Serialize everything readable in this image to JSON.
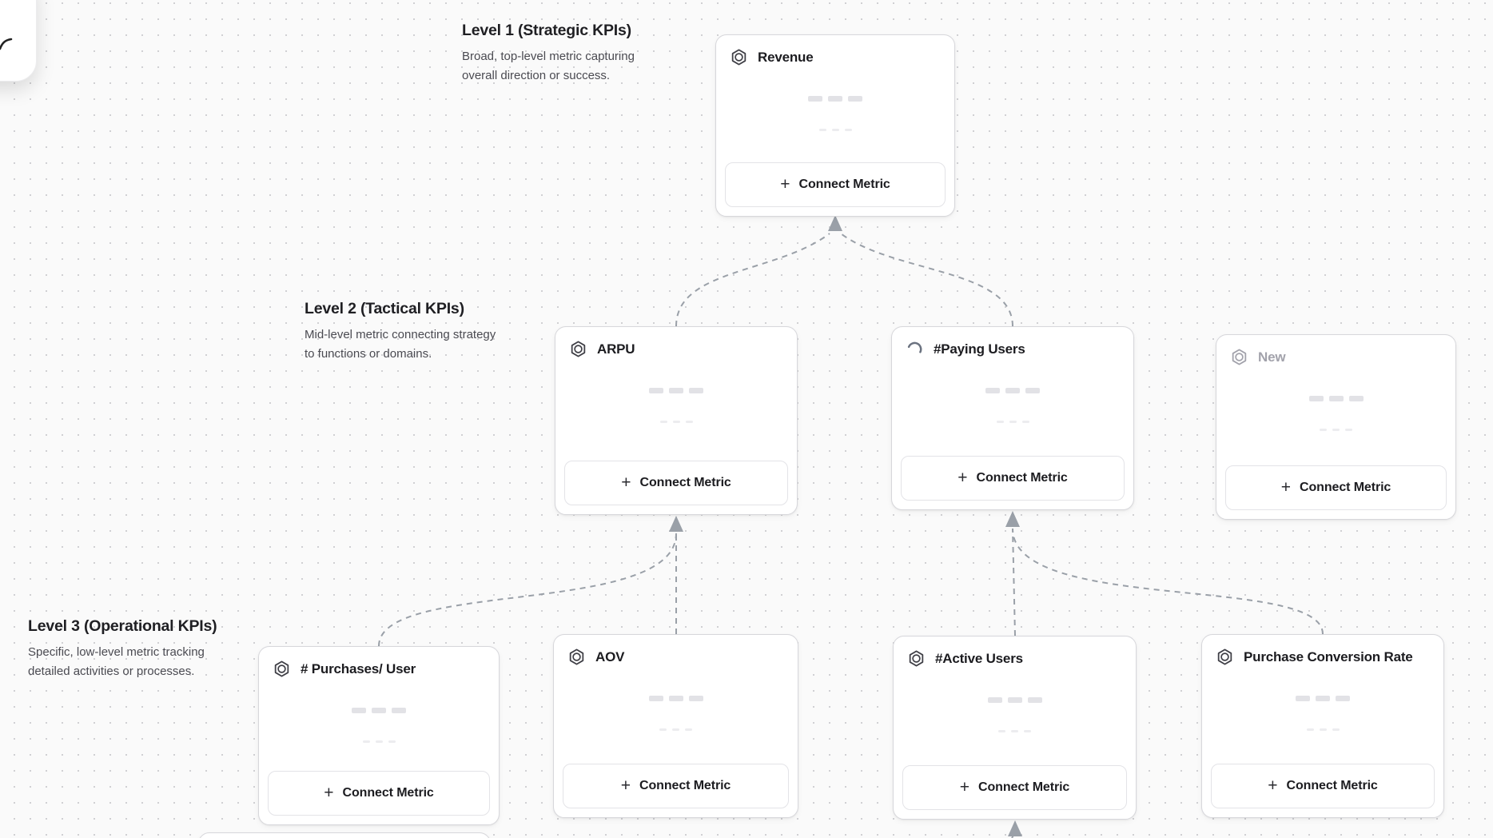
{
  "labels": {
    "connect_metric": "Connect Metric",
    "plus": "+"
  },
  "levels": [
    {
      "title": "Level 1 (Strategic KPIs)",
      "description": "Broad, top-level metric capturing overall direction or success."
    },
    {
      "title": "Level 2 (Tactical KPIs)",
      "description": "Mid-level metric connecting strategy to functions or domains."
    },
    {
      "title": "Level 3 (Operational KPIs)",
      "description": "Specific, low-level metric tracking detailed activities or processes."
    }
  ],
  "cards": [
    {
      "title": "Revenue",
      "icon": "hexagon-icon",
      "level": 1,
      "state": "default"
    },
    {
      "title": "ARPU",
      "icon": "hexagon-icon",
      "level": 2,
      "state": "default"
    },
    {
      "title": "#Paying Users",
      "icon": "spinner-icon",
      "level": 2,
      "state": "loading"
    },
    {
      "title": "New",
      "icon": "hexagon-icon",
      "level": 2,
      "state": "muted"
    },
    {
      "title": "# Purchases/ User",
      "icon": "hexagon-icon",
      "level": 3,
      "state": "default"
    },
    {
      "title": "AOV",
      "icon": "hexagon-icon",
      "level": 3,
      "state": "default"
    },
    {
      "title": "#Active Users",
      "icon": "hexagon-icon",
      "level": 3,
      "state": "default"
    },
    {
      "title": "Purchase Conversion Rate",
      "icon": "hexagon-icon",
      "level": 3,
      "state": "default"
    }
  ],
  "colors": {
    "canvas_bg": "#fafafa",
    "dot_grid": "#d0d0d3",
    "card_border": "#d7d7db",
    "title_text": "#1c1c20",
    "muted_title_text": "#a2a2ab",
    "connector": "#9aa0a8",
    "skeleton_bar": "#e2e2e6"
  }
}
